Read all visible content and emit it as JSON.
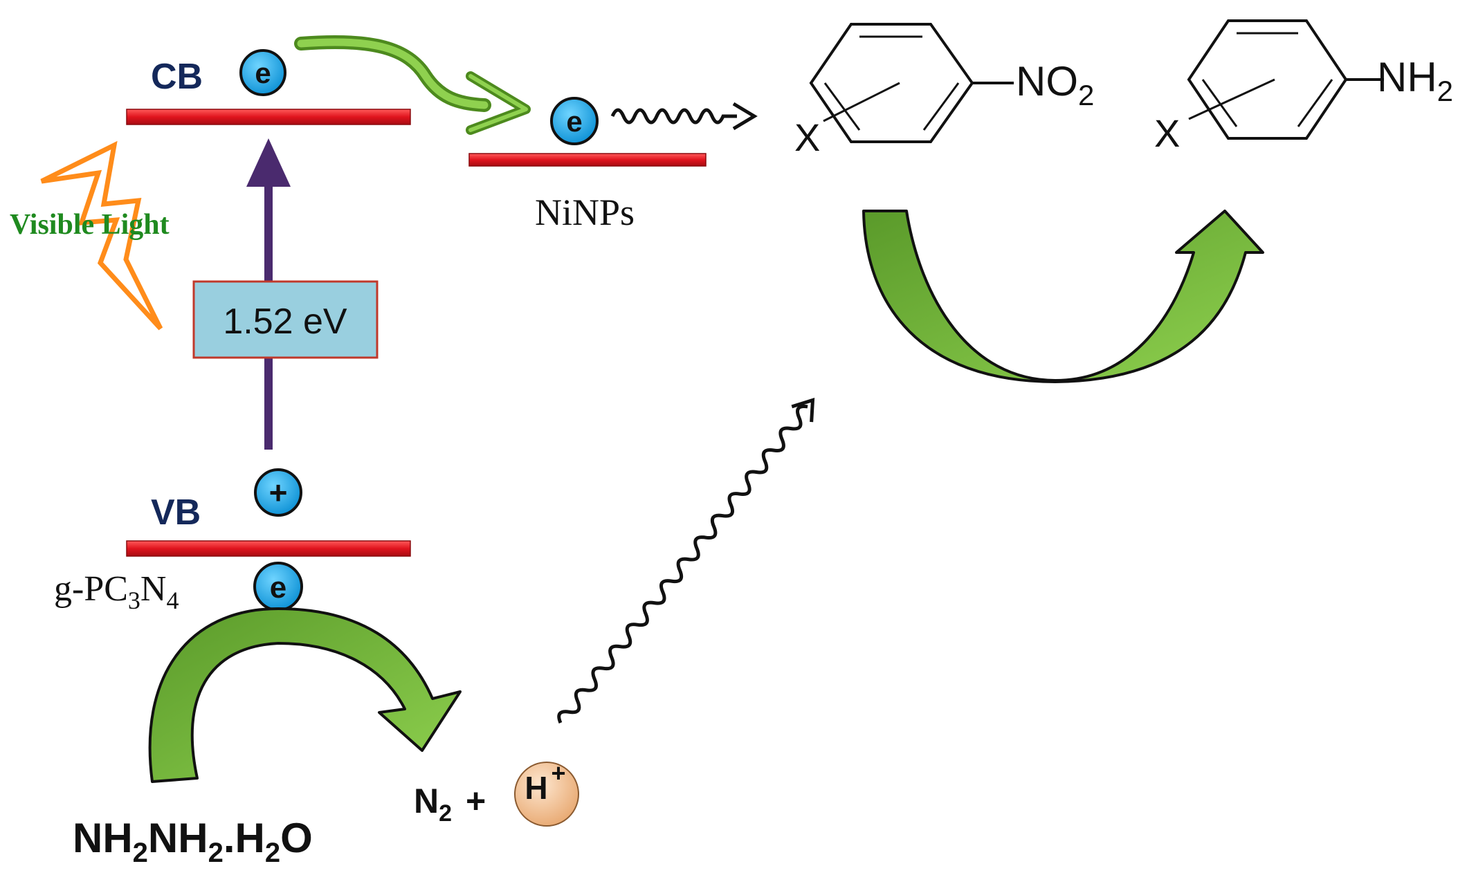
{
  "bands": {
    "cb_label": "CB",
    "vb_label": "VB"
  },
  "charges": {
    "electron": "e",
    "hole": "+",
    "proton_H": "H",
    "proton_plus": "+"
  },
  "light": {
    "label": "Visible Light",
    "color": "#1f8a1f"
  },
  "band_gap": {
    "value": "1.52 eV"
  },
  "catalyst": {
    "base": "g-PC",
    "sub1": "3",
    "mid": "N",
    "sub2": "4"
  },
  "cocatalyst": {
    "label": "NiNPs"
  },
  "reagent": {
    "p1": "NH",
    "s1": "2",
    "p2": "NH",
    "s2": "2",
    "p3": ".H",
    "s3": "2",
    "p4": "O"
  },
  "products": {
    "n": "N",
    "n_sub": "2",
    "plus": "+"
  },
  "nitroarene": {
    "substituent": "X",
    "group": "NO",
    "group_sub": "2"
  },
  "aniline": {
    "substituent": "X",
    "group": "NH",
    "group_sub": "2"
  },
  "colors": {
    "band_line": "#e0141e",
    "electron_fill": "#1aa6ea",
    "green_arrow": "#7cc043",
    "green_arrow_dark": "#5a9a2a",
    "bolt": "#ff8c1a",
    "excitation_arrow": "#4a2a6e",
    "gap_box": "#99cfdf",
    "gap_box_border": "#c0392b",
    "proton_fill": "#f5c9a0"
  }
}
